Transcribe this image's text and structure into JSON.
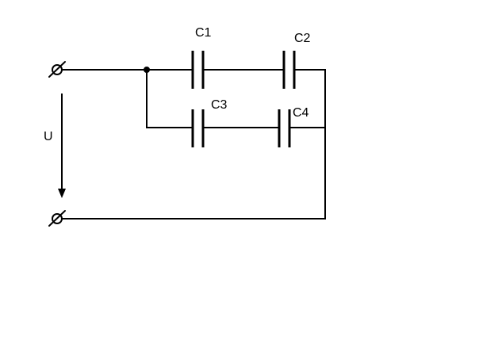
{
  "diagram": {
    "type": "circuit-schematic",
    "description": "Capacitor network fed by voltage U: top branch with C1 and C2 in series, parallel lower branch with C3 and C4 in series, between two open terminals",
    "labels": {
      "c1": "C1",
      "c2": "C2",
      "c3": "C3",
      "c4": "C4",
      "voltage": "U"
    },
    "colors": {
      "line": "#000000",
      "background": "#ffffff"
    }
  }
}
